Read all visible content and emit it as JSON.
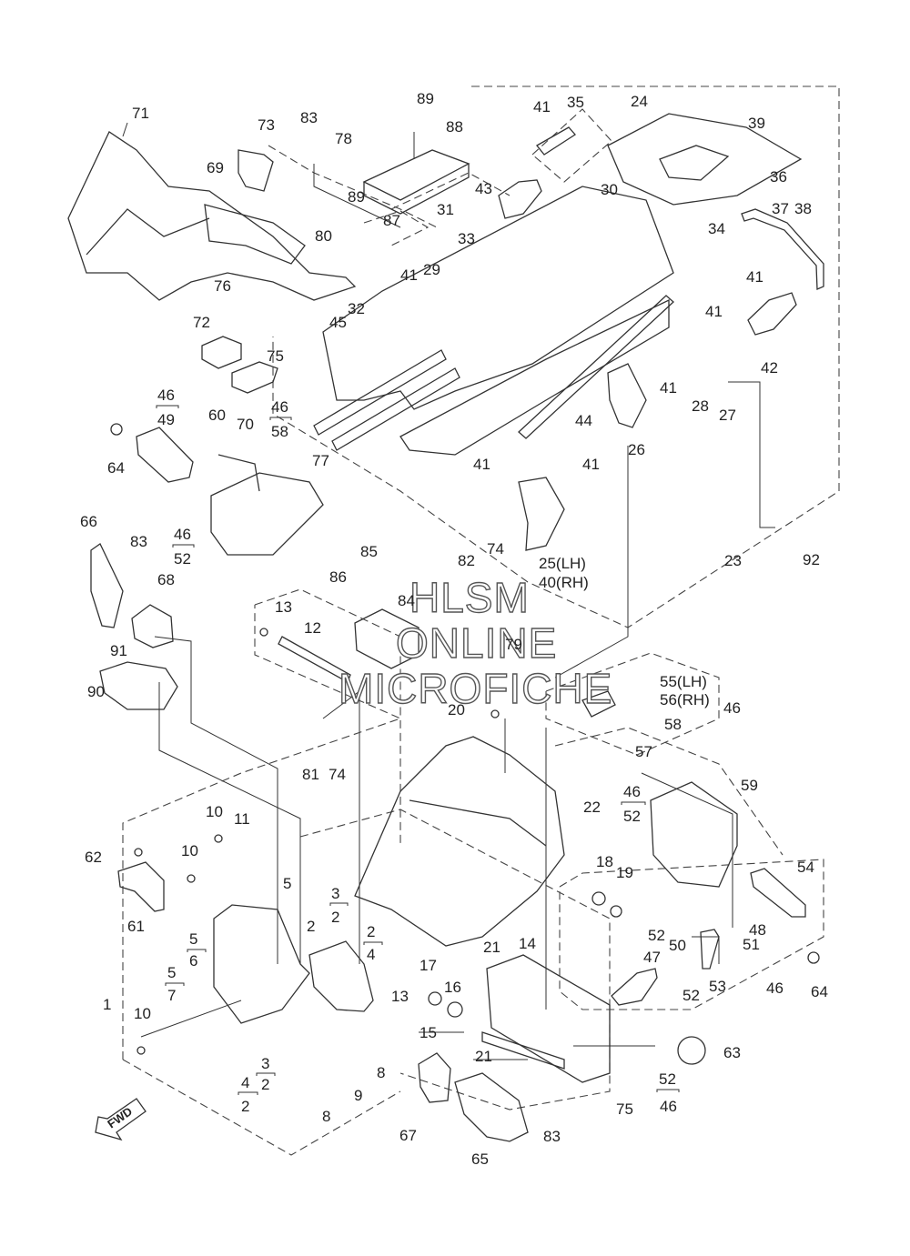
{
  "watermark": [
    "HLSM",
    "ONLINE",
    "MICROFICHE"
  ],
  "fwd_label": "FWD",
  "callouts": [
    {
      "text": "71"
    },
    {
      "text": "73"
    },
    {
      "text": "83"
    },
    {
      "text": "78"
    },
    {
      "text": "89"
    },
    {
      "text": "88"
    },
    {
      "text": "41"
    },
    {
      "text": "35"
    },
    {
      "text": "24"
    },
    {
      "text": "39"
    },
    {
      "text": "69"
    },
    {
      "text": "89"
    },
    {
      "text": "87"
    },
    {
      "text": "31"
    },
    {
      "text": "43"
    },
    {
      "text": "30"
    },
    {
      "text": "36"
    },
    {
      "text": "37"
    },
    {
      "text": "38"
    },
    {
      "text": "80"
    },
    {
      "text": "33"
    },
    {
      "text": "29"
    },
    {
      "text": "41"
    },
    {
      "text": "34"
    },
    {
      "text": "41"
    },
    {
      "text": "76"
    },
    {
      "text": "32"
    },
    {
      "text": "45"
    },
    {
      "text": "41"
    },
    {
      "text": "72"
    },
    {
      "text": "75"
    },
    {
      "text": "42"
    },
    {
      "text": "41"
    },
    {
      "text": "28"
    },
    {
      "text": "27"
    },
    {
      "text": "46"
    },
    {
      "text": "49"
    },
    {
      "text": "70"
    },
    {
      "text": "46"
    },
    {
      "text": "58"
    },
    {
      "text": "44"
    },
    {
      "text": "60"
    },
    {
      "text": "26"
    },
    {
      "text": "77"
    },
    {
      "text": "64"
    },
    {
      "text": "41"
    },
    {
      "text": "41"
    },
    {
      "text": "66"
    },
    {
      "text": "83"
    },
    {
      "text": "46"
    },
    {
      "text": "52"
    },
    {
      "text": "82"
    },
    {
      "text": "74"
    },
    {
      "text": "25(LH)"
    },
    {
      "text": "40(RH)"
    },
    {
      "text": "23"
    },
    {
      "text": "92"
    },
    {
      "text": "68"
    },
    {
      "text": "85"
    },
    {
      "text": "86"
    },
    {
      "text": "84"
    },
    {
      "text": "13"
    },
    {
      "text": "12"
    },
    {
      "text": "91"
    },
    {
      "text": "79"
    },
    {
      "text": "55(LH)"
    },
    {
      "text": "56(RH)"
    },
    {
      "text": "46"
    },
    {
      "text": "90"
    },
    {
      "text": "20"
    },
    {
      "text": "58"
    },
    {
      "text": "57"
    },
    {
      "text": "81"
    },
    {
      "text": "74"
    },
    {
      "text": "59"
    },
    {
      "text": "46"
    },
    {
      "text": "52"
    },
    {
      "text": "22"
    },
    {
      "text": "10"
    },
    {
      "text": "11"
    },
    {
      "text": "10"
    },
    {
      "text": "62"
    },
    {
      "text": "5"
    },
    {
      "text": "2"
    },
    {
      "text": "3"
    },
    {
      "text": "18"
    },
    {
      "text": "19"
    },
    {
      "text": "54"
    },
    {
      "text": "61"
    },
    {
      "text": "2"
    },
    {
      "text": "2"
    },
    {
      "text": "4"
    },
    {
      "text": "5"
    },
    {
      "text": "6"
    },
    {
      "text": "48"
    },
    {
      "text": "52"
    },
    {
      "text": "50"
    },
    {
      "text": "51"
    },
    {
      "text": "47"
    },
    {
      "text": "21"
    },
    {
      "text": "14"
    },
    {
      "text": "5"
    },
    {
      "text": "7"
    },
    {
      "text": "17"
    },
    {
      "text": "16"
    },
    {
      "text": "53"
    },
    {
      "text": "1"
    },
    {
      "text": "13"
    },
    {
      "text": "52"
    },
    {
      "text": "46"
    },
    {
      "text": "64"
    },
    {
      "text": "10"
    },
    {
      "text": "15"
    },
    {
      "text": "3"
    },
    {
      "text": "8"
    },
    {
      "text": "63"
    },
    {
      "text": "21"
    },
    {
      "text": "4"
    },
    {
      "text": "2"
    },
    {
      "text": "2"
    },
    {
      "text": "9"
    },
    {
      "text": "52"
    },
    {
      "text": "8"
    },
    {
      "text": "75"
    },
    {
      "text": "46"
    },
    {
      "text": "83"
    },
    {
      "text": "67"
    },
    {
      "text": "65"
    }
  ],
  "parts": [
    "nose-pan",
    "upper-bracket",
    "mount-plate",
    "brace-plate",
    "bracket-35",
    "cover-24",
    "pipe-36",
    "center-frame",
    "plate-43",
    "plate-42",
    "rail-44",
    "frame-rails-77",
    "gusset-25",
    "bracket-26",
    "pad-72",
    "pad-70",
    "bracket-49",
    "cover-60",
    "strap-66",
    "plate-68",
    "cover-90",
    "bar-12",
    "plate-84",
    "bracket-55",
    "front-frame",
    "side-plate-left",
    "bracket-61",
    "center-right-plate",
    "heat-exchanger-14",
    "shaft-15",
    "bracket-59",
    "bracket-48",
    "cover-50",
    "bracket-51",
    "flange-63",
    "boot-65",
    "guard-67",
    "bush-17",
    "bush-16"
  ],
  "leaders": [
    "l1",
    "l2",
    "l3",
    "l4",
    "l5",
    "l6",
    "l7",
    "l8",
    "l9",
    "l10",
    "l11",
    "l12",
    "l13",
    "l14",
    "l15",
    "l16"
  ],
  "groups": [
    "g1",
    "g2",
    "g3",
    "g4",
    "g5",
    "g6",
    "g7",
    "g8",
    "g9",
    "g10",
    "g11",
    "g12"
  ]
}
